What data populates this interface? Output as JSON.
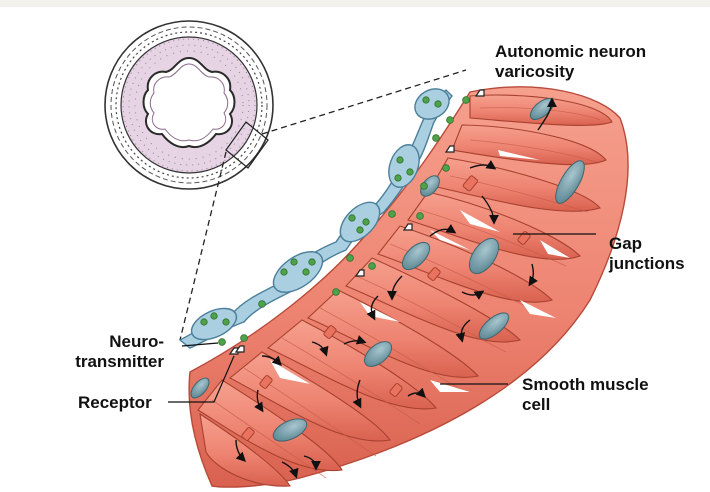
{
  "labels": {
    "varicosity": {
      "line1": "Autonomic neuron",
      "line2": "varicosity"
    },
    "gap_junctions": {
      "line1": "Gap",
      "line2": "junctions"
    },
    "neurotransmitter": {
      "line1": "Neuro-",
      "line2": "transmitter"
    },
    "receptor": "Receptor",
    "smooth_muscle": {
      "line1": "Smooth muscle",
      "line2": "cell"
    }
  },
  "colors": {
    "muscle": "#f08a78",
    "muscle_dark": "#c9503f",
    "nucleus": "#6f9aa6",
    "neuron": "#9ec8dc",
    "vesicle": "#5bab57",
    "vessel_wall": "#d9c5da"
  }
}
